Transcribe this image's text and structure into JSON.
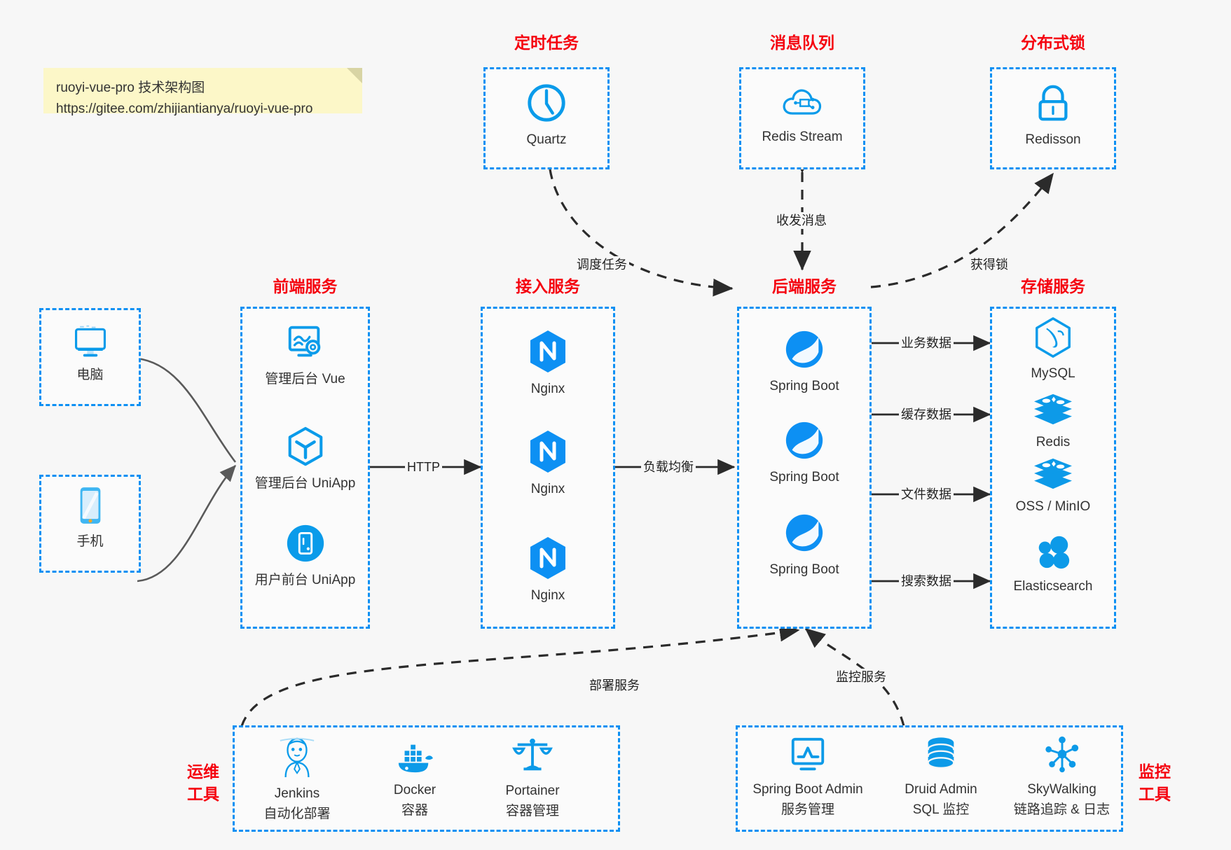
{
  "note": {
    "line1": "ruoyi-vue-pro 技术架构图",
    "line2": "https://gitee.com/zhijiantianya/ruoyi-vue-pro"
  },
  "colors": {
    "group_border": "#0d90f3",
    "group_label": "#f5020f",
    "icon_blue": "#0a9bea",
    "edge": "#2b2b2b",
    "background": "#f7f7f7",
    "note_bg": "#fcf7c8"
  },
  "groups": {
    "scheduled_task": {
      "label": "定时任务"
    },
    "message_queue": {
      "label": "消息队列"
    },
    "distributed_lock": {
      "label": "分布式锁"
    },
    "frontend": {
      "label": "前端服务"
    },
    "gateway": {
      "label": "接入服务"
    },
    "backend": {
      "label": "后端服务"
    },
    "storage": {
      "label": "存储服务"
    },
    "devops": {
      "label_line1": "运维",
      "label_line2": "工具"
    },
    "monitor": {
      "label_line1": "监控",
      "label_line2": "工具"
    }
  },
  "nodes": {
    "quartz": {
      "label": "Quartz",
      "icon": "clock-icon"
    },
    "redis_stream": {
      "label": "Redis Stream",
      "icon": "cloud-network-icon"
    },
    "redisson": {
      "label": "Redisson",
      "icon": "lock-icon"
    },
    "pc": {
      "label": "电脑",
      "icon": "desktop-monitor-icon"
    },
    "mobile": {
      "label": "手机",
      "icon": "smartphone-icon"
    },
    "admin_vue": {
      "label": "管理后台 Vue",
      "icon": "dashboard-settings-icon"
    },
    "admin_uniapp": {
      "label": "管理后台 UniApp",
      "icon": "cube-icon"
    },
    "user_uniapp": {
      "label": "用户前台 UniApp",
      "icon": "mobile-app-icon"
    },
    "nginx1": {
      "label": "Nginx",
      "icon": "nginx-icon"
    },
    "nginx2": {
      "label": "Nginx",
      "icon": "nginx-icon"
    },
    "nginx3": {
      "label": "Nginx",
      "icon": "nginx-icon"
    },
    "springboot1": {
      "label": "Spring Boot",
      "icon": "spring-leaf-icon"
    },
    "springboot2": {
      "label": "Spring Boot",
      "icon": "spring-leaf-icon"
    },
    "springboot3": {
      "label": "Spring Boot",
      "icon": "spring-leaf-icon"
    },
    "mysql": {
      "label": "MySQL",
      "icon": "mysql-dolphin-icon"
    },
    "redis": {
      "label": "Redis",
      "icon": "redis-stack-icon"
    },
    "oss_minio": {
      "label": "OSS / MinIO",
      "icon": "redis-stack-icon"
    },
    "elasticsearch": {
      "label": "Elasticsearch",
      "icon": "elasticsearch-icon"
    },
    "jenkins": {
      "label": "Jenkins",
      "sublabel": "自动化部署",
      "icon": "jenkins-butler-icon"
    },
    "docker": {
      "label": "Docker",
      "sublabel": "容器",
      "icon": "docker-whale-icon"
    },
    "portainer": {
      "label": "Portainer",
      "sublabel": "容器管理",
      "icon": "scales-icon"
    },
    "sba": {
      "label": "Spring Boot Admin",
      "sublabel": "服务管理",
      "icon": "monitor-chart-icon"
    },
    "druid": {
      "label": "Druid Admin",
      "sublabel": "SQL 监控",
      "icon": "database-cylinder-icon"
    },
    "skywalking": {
      "label": "SkyWalking",
      "sublabel": "链路追踪 & 日志",
      "icon": "skywalking-node-icon"
    }
  },
  "edges": [
    {
      "id": "schedule-task",
      "label": "调度任务",
      "from": "quartz",
      "to": "backend"
    },
    {
      "id": "send-receive",
      "label": "收发消息",
      "from": "redis_stream",
      "to": "backend"
    },
    {
      "id": "acquire-lock",
      "label": "获得锁",
      "from": "backend",
      "to": "redisson"
    },
    {
      "id": "http",
      "label": "HTTP",
      "from": "frontend",
      "to": "gateway"
    },
    {
      "id": "load-balance",
      "label": "负载均衡",
      "from": "gateway",
      "to": "backend"
    },
    {
      "id": "business-data",
      "label": "业务数据",
      "from": "backend",
      "to": "mysql"
    },
    {
      "id": "cache-data",
      "label": "缓存数据",
      "from": "backend",
      "to": "redis"
    },
    {
      "id": "file-data",
      "label": "文件数据",
      "from": "backend",
      "to": "oss_minio"
    },
    {
      "id": "search-data",
      "label": "搜索数据",
      "from": "backend",
      "to": "elasticsearch"
    },
    {
      "id": "deploy-service",
      "label": "部署服务",
      "from": "devops",
      "to": "backend"
    },
    {
      "id": "monitor-service",
      "label": "监控服务",
      "from": "monitor",
      "to": "backend"
    }
  ]
}
